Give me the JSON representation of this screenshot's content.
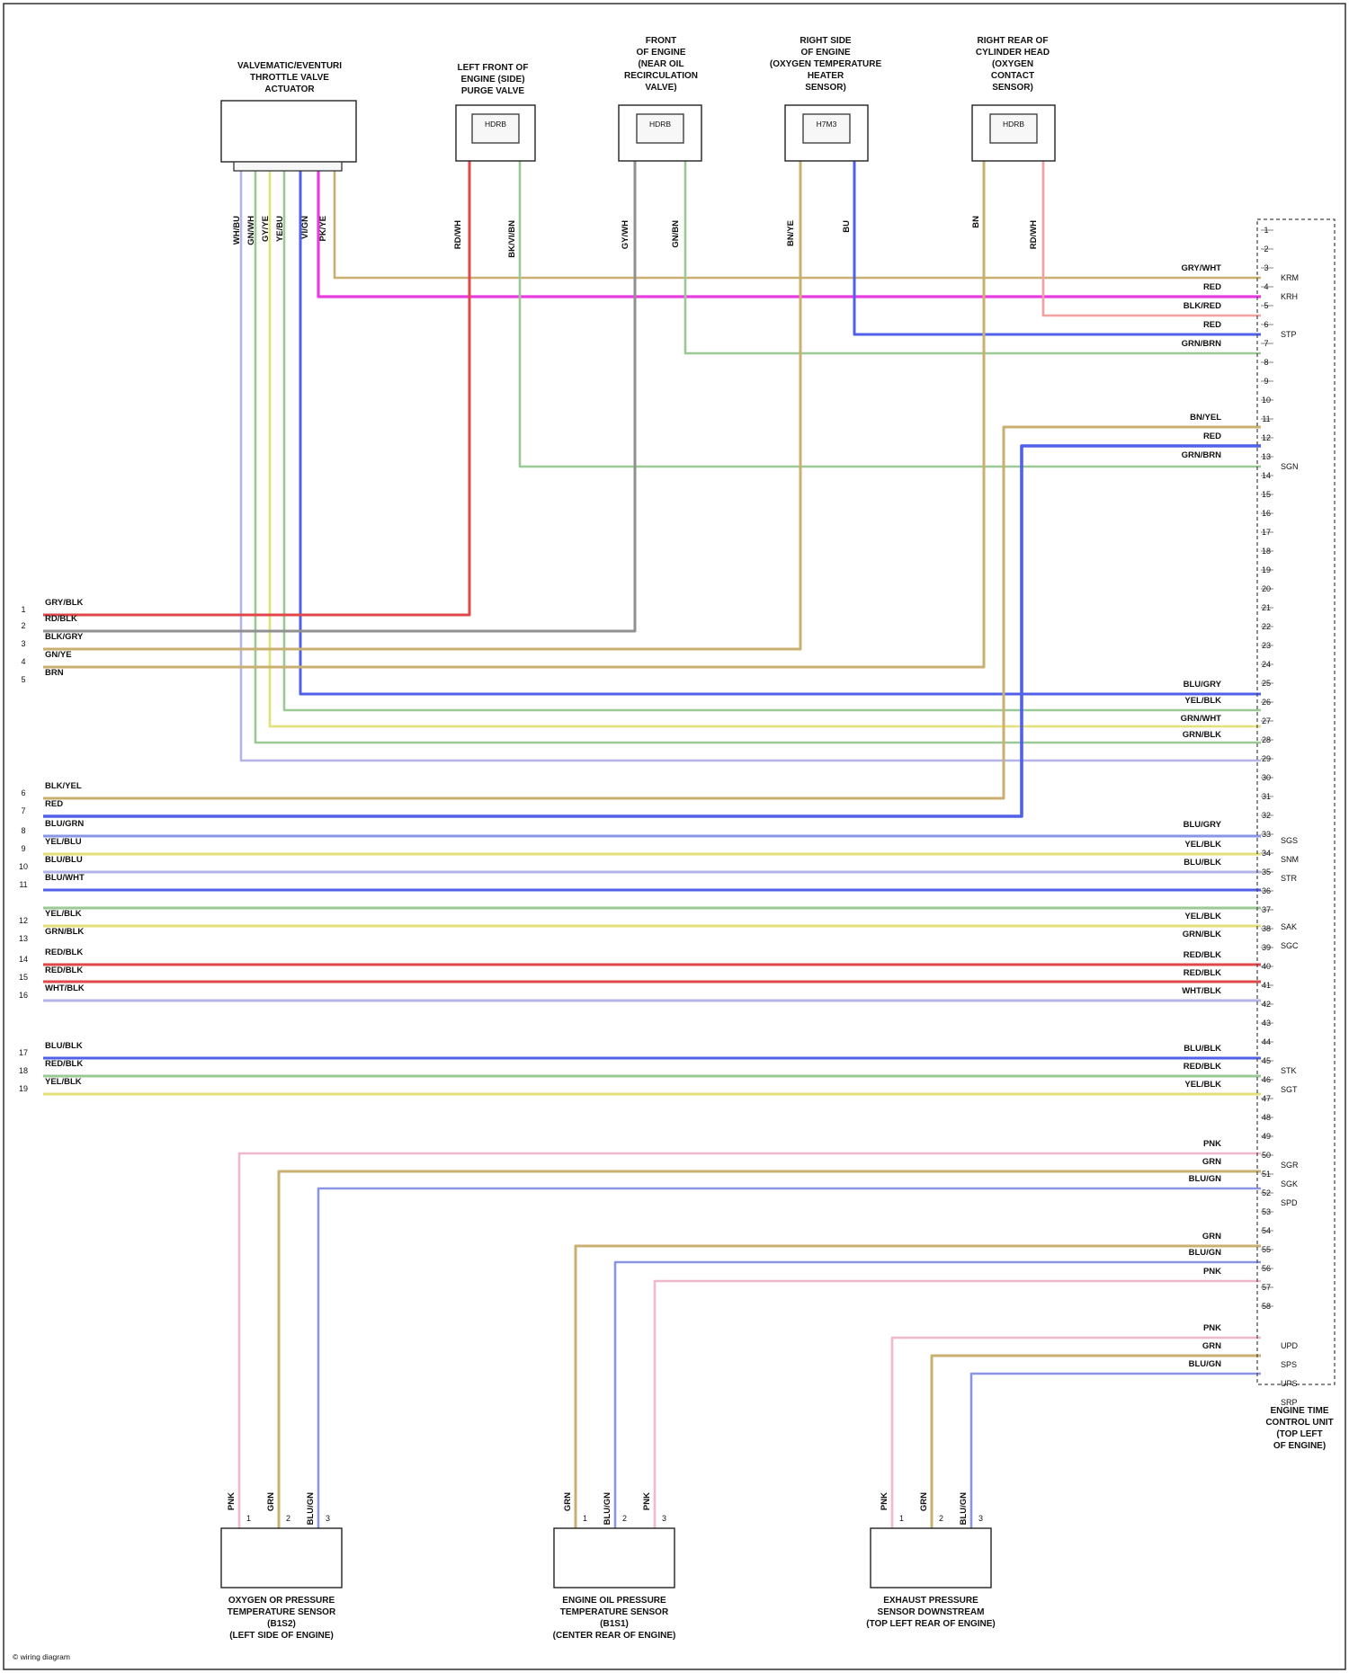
{
  "components": [
    {
      "id": "c1",
      "label": [
        "VALVEMATIC/EVENTURI",
        "THROTTLE VALVE",
        "ACTUATOR"
      ]
    },
    {
      "id": "c2",
      "label": [
        "LEFT FRONT OF",
        "ENGINE (SIDE)",
        "PURGE VALVE"
      ]
    },
    {
      "id": "c3",
      "label": [
        "FRONT",
        "OF ENGINE",
        "(NEAR OIL",
        "RECIRCULATION",
        "VALVE)"
      ]
    },
    {
      "id": "c4",
      "label": [
        "RIGHT SIDE",
        "OF ENGINE",
        "(OXYGEN TEMPERATURE",
        "HEATER",
        "SENSOR)"
      ]
    },
    {
      "id": "c5",
      "label": [
        "RIGHT REAR OF",
        "CYLINDER HEAD",
        "(OXYGEN",
        "CONTACT",
        "SENSOR)"
      ]
    },
    {
      "id": "s1",
      "label": [
        "OXYGEN OR PRESSURE",
        "TEMPERATURE SENSOR",
        "(B1S2)",
        "(LEFT SIDE OF ENGINE)"
      ]
    },
    {
      "id": "s2",
      "label": [
        "ENGINE OIL PRESSURE",
        "TEMPERATURE SENSOR",
        "(B1S1)",
        "(CENTER REAR OF ENGINE)"
      ]
    },
    {
      "id": "s3",
      "label": [
        "EXHAUST PRESSURE",
        "SENSOR DOWNSTREAM",
        "(TOP LEFT REAR OF ENGINE)"
      ]
    },
    {
      "id": "ecm",
      "label": [
        "ENGINE TIME",
        "CONTROL UNIT",
        "(TOP LEFT",
        "OF ENGINE)"
      ]
    }
  ],
  "connector_text": {
    "c2": "HDRB",
    "c3": "HDRB",
    "c4": "H7M3",
    "c5": "HDRB"
  },
  "vertical_labels": [
    "WH/BU",
    "GN/WH",
    "GY/YE",
    "YE/BU",
    "VI/GN",
    "PK/YE",
    "RD/WH",
    "BK/VI/BN",
    "GY/WH",
    "GN/BN",
    "BN/YE",
    "BU",
    "BN",
    "RD/WH",
    "PNK",
    "GRN",
    "BLU/GN",
    "GRN",
    "BLU/GN",
    "PNK",
    "PNK",
    "GRN",
    "BLU/GN"
  ],
  "left_labels": {
    "group1": [
      "GRY/BLK",
      "RD/BLK",
      "BLK/GRY",
      "GN/YE",
      "BRN"
    ],
    "group2": [
      "BLK/YEL",
      "RED",
      "BLU/GRN",
      "YEL/BLU",
      "BLU/BLU",
      "BLU/WHT"
    ],
    "group3": [
      "YEL/BLK",
      "GRN/BLK"
    ],
    "group4": [
      "RED/BLK",
      "RED/BLK",
      "WHT/BLK"
    ],
    "group5": [
      "BLU/BLK",
      "RED/BLK",
      "YEL/BLK"
    ]
  },
  "left_pins": {
    "group1": [
      "1",
      "2",
      "3",
      "4",
      "5"
    ],
    "group2": [
      "6",
      "7",
      "8",
      "9",
      "10",
      "11"
    ],
    "group3": [
      "12",
      "13"
    ],
    "group4": [
      "14",
      "15",
      "16"
    ],
    "group5": [
      "17",
      "18",
      "19"
    ]
  },
  "right_labels": [
    "GRY/WHT",
    "RED",
    "BLK/RED",
    "RED",
    "GRN/BRN",
    "BN/YEL",
    "RED",
    "GRN/BRN",
    "BLU/GRY",
    "YEL/BLK",
    "GRN/WHT",
    "GRN/BLK",
    "BLU/GRY",
    "YEL/BLK",
    "BLU/BLK",
    "YEL/BLK",
    "GRN/BLK",
    "RED/BLK",
    "RED/BLK",
    "WHT/BLK",
    "BLU/BLK",
    "RED/BLK",
    "YEL/BLK",
    "PNK",
    "GRN",
    "BLU/GN",
    "GRN",
    "BLU/GN",
    "PNK",
    "PNK",
    "GRN",
    "BLU/GN"
  ],
  "ecm_terminal_codes": [
    "KRM",
    "KRH",
    "STP",
    "SGN",
    "SGS",
    "SNM",
    "STR",
    "SAK",
    "SGC",
    "STK",
    "SGT",
    "SGR",
    "SGK",
    "SPD",
    "UPD",
    "SPS",
    "UPS",
    "SRP"
  ],
  "sensor_pins": {
    "s1": [
      "1",
      "2",
      "3"
    ],
    "s2": [
      "1",
      "2",
      "3"
    ],
    "s3": [
      "1",
      "2",
      "3"
    ]
  },
  "footer": "© wiring diagram",
  "wire_colors": {
    "pink": "#e93ce0",
    "red": "#e0474b",
    "blue": "#5060e8",
    "lightblue": "#8b95e6",
    "green": "#9bc995",
    "tan": "#c9b070",
    "gray": "#909090",
    "yellow": "#e3e07a",
    "lightred": "#f2a0a0",
    "paleviolet": "#b4b4e8",
    "palepink": "#f0b8c8"
  }
}
